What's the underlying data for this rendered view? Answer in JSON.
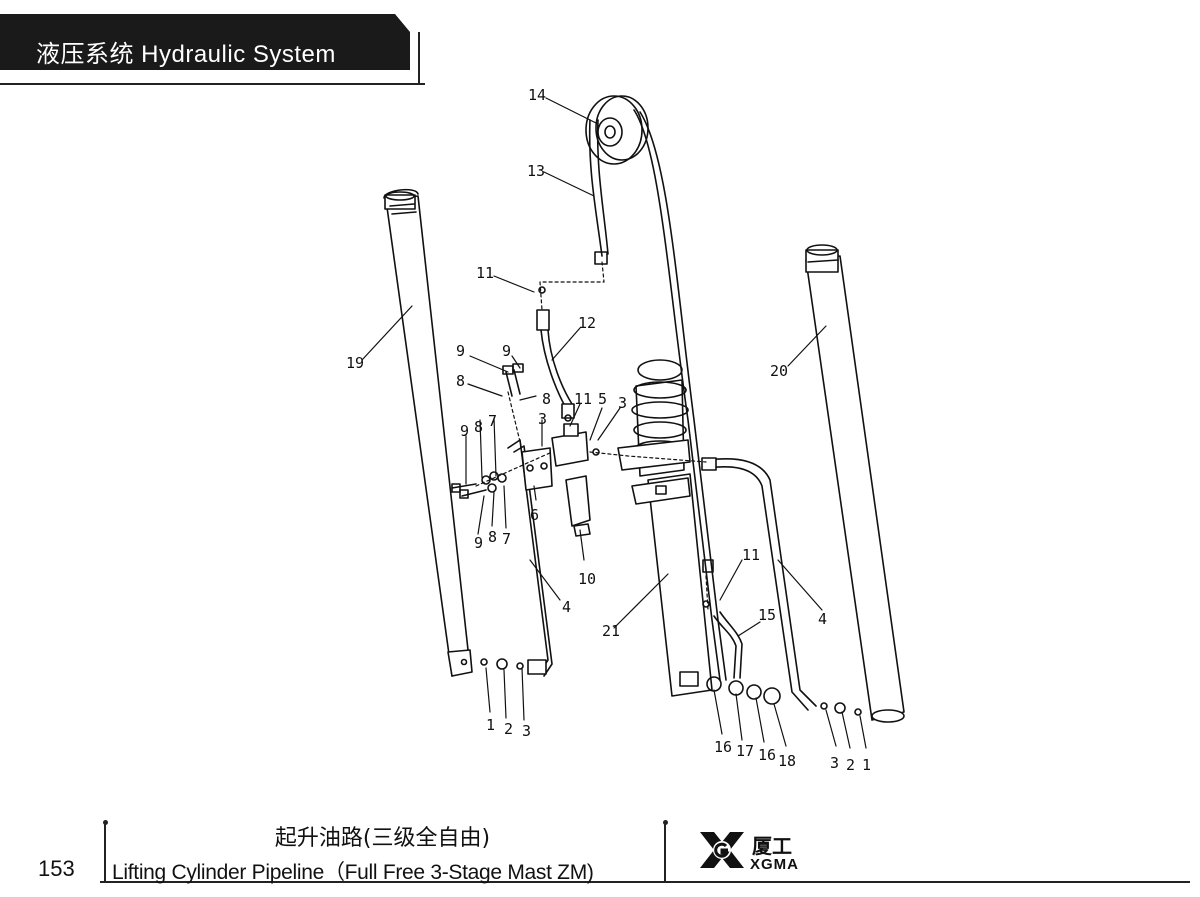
{
  "header": {
    "title": "液压系统  Hydraulic System"
  },
  "callouts": [
    {
      "id": "c14a",
      "text": "14"
    },
    {
      "id": "c13",
      "text": "13"
    },
    {
      "id": "c11a",
      "text": "11"
    },
    {
      "id": "c12",
      "text": "12"
    },
    {
      "id": "c19",
      "text": "19"
    },
    {
      "id": "c9a",
      "text": "9"
    },
    {
      "id": "c9b",
      "text": "9"
    },
    {
      "id": "c8a",
      "text": "8"
    },
    {
      "id": "c8b",
      "text": "8"
    },
    {
      "id": "c11b",
      "text": "11"
    },
    {
      "id": "c5",
      "text": "5"
    },
    {
      "id": "c3a",
      "text": "3"
    },
    {
      "id": "c3b",
      "text": "3"
    },
    {
      "id": "c9c",
      "text": "9"
    },
    {
      "id": "c8c",
      "text": "8"
    },
    {
      "id": "c7a",
      "text": "7"
    },
    {
      "id": "c6",
      "text": "6"
    },
    {
      "id": "c9d",
      "text": "9"
    },
    {
      "id": "c8d",
      "text": "8"
    },
    {
      "id": "c7b",
      "text": "7"
    },
    {
      "id": "c10",
      "text": "10"
    },
    {
      "id": "c4a",
      "text": "4"
    },
    {
      "id": "c20",
      "text": "20"
    },
    {
      "id": "c11c",
      "text": "11"
    },
    {
      "id": "c15",
      "text": "15"
    },
    {
      "id": "c21",
      "text": "21"
    },
    {
      "id": "c4b",
      "text": "4"
    },
    {
      "id": "c1a",
      "text": "1"
    },
    {
      "id": "c2a",
      "text": "2"
    },
    {
      "id": "c3c",
      "text": "3"
    },
    {
      "id": "c16a",
      "text": "16"
    },
    {
      "id": "c17",
      "text": "17"
    },
    {
      "id": "c16b",
      "text": "16"
    },
    {
      "id": "c18",
      "text": "18"
    },
    {
      "id": "c3d",
      "text": "3"
    },
    {
      "id": "c2b",
      "text": "2"
    },
    {
      "id": "c1b",
      "text": "1"
    }
  ],
  "footer": {
    "page_number": "153",
    "caption_cn": "起升油路(三级全自由)",
    "caption_en": "Lifting Cylinder Pipeline（Full Free 3-Stage Mast ZM)",
    "brand_cn": "厦工",
    "brand_en": "XGMA"
  }
}
